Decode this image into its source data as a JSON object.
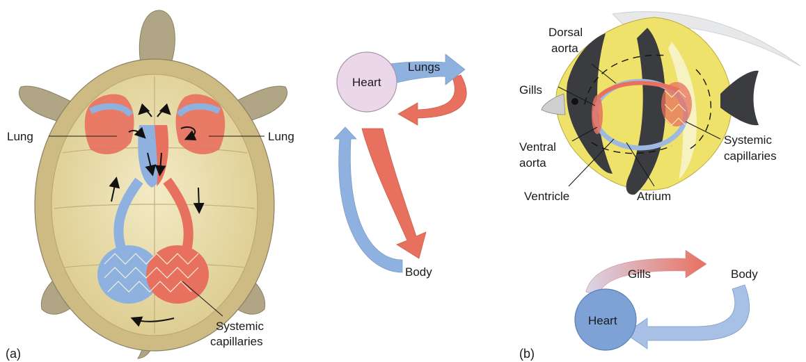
{
  "panel_a": {
    "panel_letter": "(a)",
    "labels": {
      "lung_left": "Lung",
      "lung_right": "Lung",
      "systemic_line1": "Systemic",
      "systemic_line2": "capillaries"
    },
    "schematic": {
      "heart": "Heart",
      "lungs": "Lungs",
      "body": "Body"
    }
  },
  "panel_b": {
    "panel_letter": "(b)",
    "labels": {
      "dorsal_line1": "Dorsal",
      "dorsal_line2": "aorta",
      "gills": "Gills",
      "ventral_line1": "Ventral",
      "ventral_line2": "aorta",
      "ventricle": "Ventricle",
      "atrium": "Atrium",
      "systemic_line1": "Systemic",
      "systemic_line2": "capillaries"
    },
    "schematic": {
      "gills": "Gills",
      "body": "Body",
      "heart": "Heart"
    }
  },
  "colors": {
    "oxygenated": "#e8705f",
    "deoxygenated": "#8fb1e0",
    "heart_a_fill": "#ead8ea",
    "heart_b_fill": "#7ea1d6",
    "shell": "#e8dcaa",
    "turtle_skin": "#b0a584",
    "fish_yellow": "#efe26a",
    "fish_black": "#3a3c3f"
  }
}
